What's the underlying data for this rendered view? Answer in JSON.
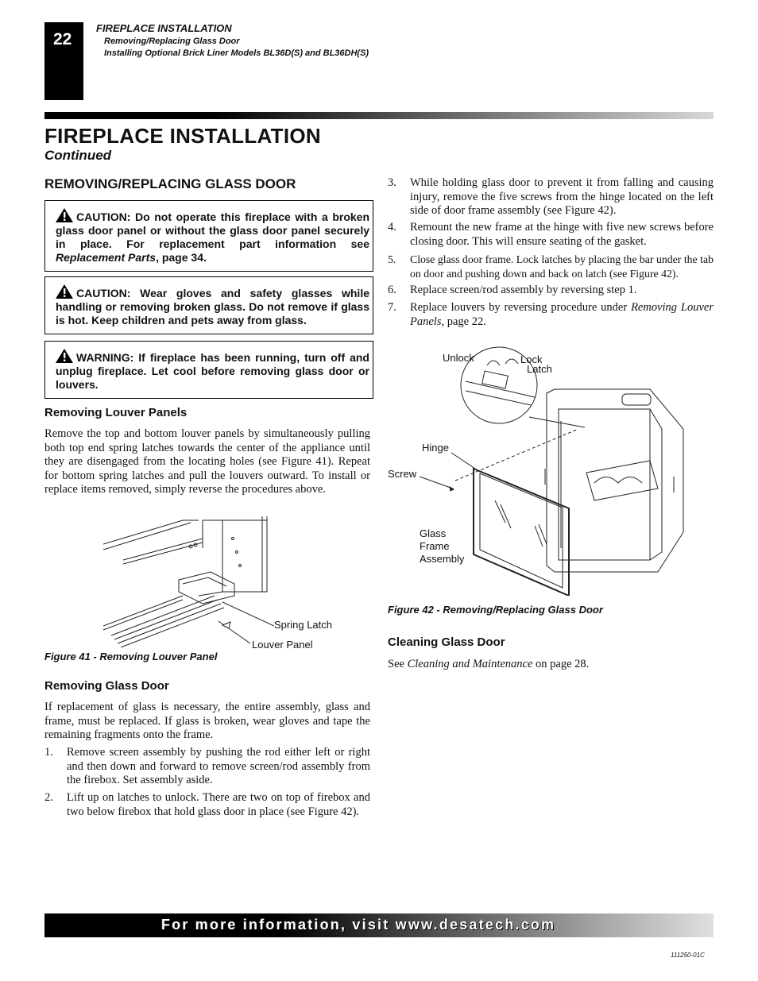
{
  "header": {
    "page_number": "22",
    "title": "FIREPLACE INSTALLATION",
    "subtitle_1": "Removing/Replacing Glass Door",
    "subtitle_2": "Installing Optional Brick Liner Models BL36D(S) and BL36DH(S)"
  },
  "main": {
    "title": "FIREPLACE INSTALLATION",
    "continued": "Continued"
  },
  "left": {
    "section_title": "REMOVING/REPLACING GLASS DOOR",
    "caution_1": {
      "prefix": "CAUTION: Do not operate this fireplace with a broken glass door panel or without the glass door panel securely in place. For replacement part information see ",
      "link": "Replacement Parts",
      "suffix": ", page 34."
    },
    "caution_2": "CAUTION: Wear gloves and safety glasses while handling or removing broken glass. Do not remove if glass is hot. Keep children and pets away from glass.",
    "warning": "WARNING: If fireplace has been running, turn off and unplug fireplace. Let cool before removing glass door or louvers.",
    "louver_heading": "Removing Louver Panels",
    "louver_text": "Remove the top and bottom louver panels by simultaneously pulling both top end spring latches towards the center of the appliance until they are disengaged from the locating holes (see Figure 41). Repeat for bottom spring latches and pull the louvers outward. To install or replace items removed, simply reverse the procedures above.",
    "figure41": {
      "spring_latch": "Spring Latch",
      "louver_panel": "Louver Panel",
      "caption": "Figure 41 - Removing Louver Panel"
    },
    "glass_heading": "Removing Glass Door",
    "glass_text": "If replacement of glass is necessary, the entire assembly, glass and frame, must be replaced. If glass is broken, wear gloves and tape the remaining fragments onto the frame.",
    "steps": [
      {
        "num": "1.",
        "text": "Remove screen assembly by pushing the rod either left or right and then down and forward to remove screen/rod assembly from the firebox. Set assembly aside."
      },
      {
        "num": "2.",
        "text": "Lift up on latches to unlock. There are two on top of firebox and two below firebox that hold glass door in place (see Figure 42)."
      }
    ]
  },
  "right": {
    "steps": [
      {
        "num": "3.",
        "text": "While holding glass door to prevent it from falling and causing injury, remove the five screws from the hinge located on the left side of door frame assembly (see Figure 42)."
      },
      {
        "num": "4.",
        "text": "Remount the new frame at the hinge with five new screws before closing door. This will ensure seating of the gasket."
      },
      {
        "num": "5.",
        "text": "Close glass door frame. Lock latches by placing the bar under the tab on door and pushing down and back on latch (see Figure 42)."
      },
      {
        "num": "6.",
        "text": "Replace screen/rod assembly by reversing step 1."
      }
    ],
    "step7": {
      "num": "7.",
      "prefix": "Replace louvers by reversing procedure under ",
      "link": "Removing Louver Panels,",
      "suffix": " page 22."
    },
    "figure42": {
      "unlock": "Unlock",
      "lock": "Lock",
      "latch": "Latch",
      "hinge": "Hinge",
      "screw": "Screw",
      "glass": "Glass",
      "frame": "Frame",
      "assembly": "Assembly",
      "caption": "Figure 42 - Removing/Replacing Glass Door"
    },
    "cleaning_heading": "Cleaning Glass Door",
    "cleaning": {
      "prefix": "See ",
      "link": "Cleaning and Maintenance",
      "suffix": " on page 28."
    }
  },
  "footer": {
    "text": "For more information, visit www.desatech.com",
    "doc_code": "111250-01C"
  }
}
